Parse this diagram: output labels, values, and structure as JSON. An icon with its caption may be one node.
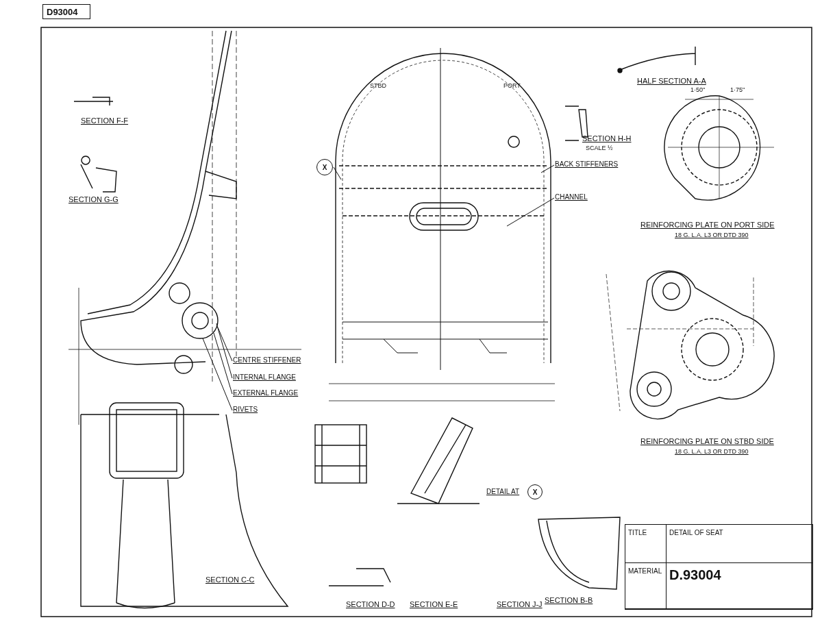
{
  "diagram": {
    "nodes": [
      {
        "text": [
          "CENTRE STIFFENER"
        ]
      },
      {
        "text": [
          "INTERNAL FLANGE"
        ]
      },
      {
        "text": [
          "EXTERNAL FLANGE"
        ]
      },
      {
        "text": [
          "RIVETS"
        ]
      },
      {
        "text": [
          "BACK STIFFENERS"
        ]
      },
      {
        "text": [
          "CHANNEL"
        ]
      },
      {
        "text": [
          "X"
        ]
      },
      {
        "text": [
          "X"
        ],
        "beside": [
          "DETAIL AT"
        ]
      },
      {
        "text": [
          "D93004"
        ]
      },
      {
        "text": [
          "TITLE",
          "DETAIL OF SEAT",
          "MATERIAL",
          "D.93004"
        ]
      }
    ],
    "edges": [
      {
        "from": 0,
        "to": null,
        "arrow": "none"
      },
      {
        "from": 1,
        "to": null,
        "arrow": "none"
      },
      {
        "from": 2,
        "to": null,
        "arrow": "none"
      },
      {
        "from": 3,
        "to": null,
        "arrow": "none"
      },
      {
        "from": 4,
        "to": null,
        "arrow": "none"
      },
      {
        "from": 5,
        "to": null,
        "arrow": "none"
      },
      {
        "from": 6,
        "to": null,
        "arrow": "none"
      }
    ],
    "labels": [
      "SECTION F-F",
      "SECTION G-G",
      "STBD",
      "PORT",
      "SECTION H-H",
      "SCALE ½",
      "HALF SECTION A-A",
      "1·50\"",
      "1·75\"",
      "REINFORCING PLATE ON PORT SIDE",
      "18 G. L.A. L3 OR DTD 390",
      "REINFORCING PLATE ON STBD SIDE",
      "18 G. L.A. L3 OR DTD 390",
      "SECTION C-C",
      "SECTION D-D",
      "SECTION E-E",
      "SECTION J-J",
      "SECTION B-B"
    ]
  }
}
